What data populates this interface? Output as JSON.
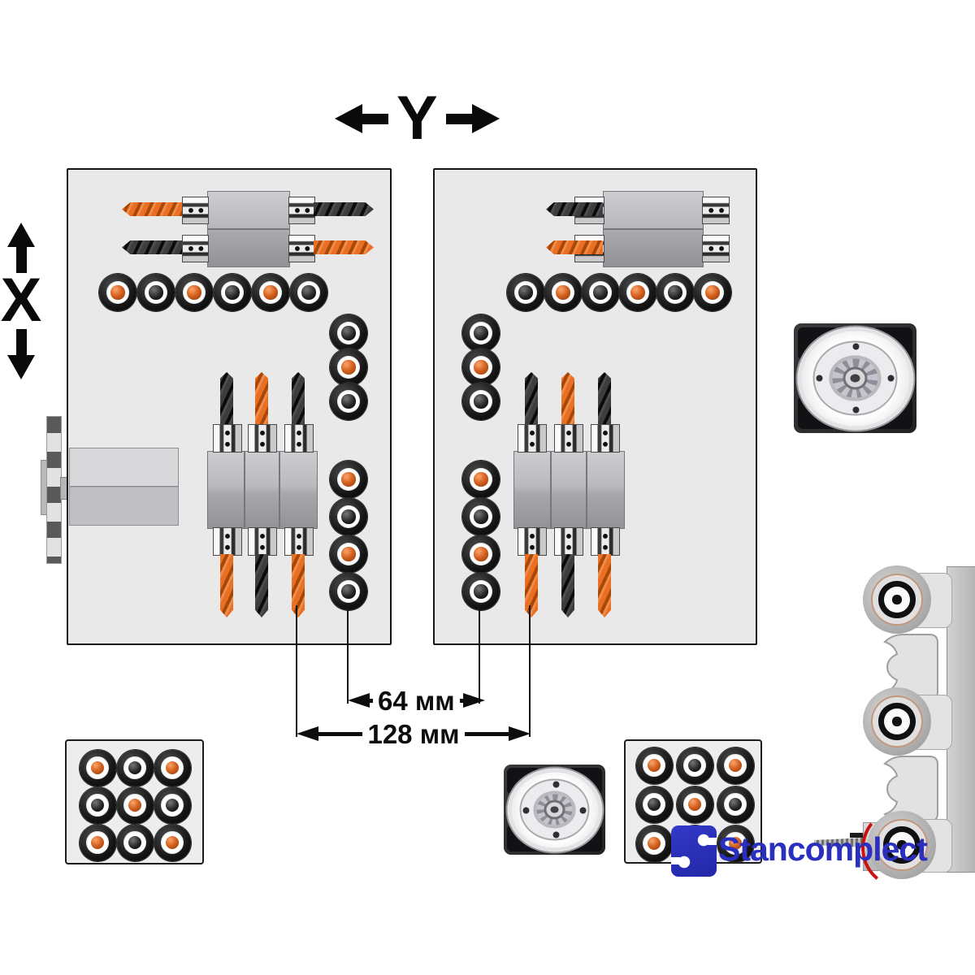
{
  "axis": {
    "horizontal_label": "Y",
    "vertical_label": "X"
  },
  "dimensions": {
    "between_rows": "64 мм",
    "between_drills": "128 мм"
  },
  "brand": {
    "name": "Stancomplect"
  },
  "colors": {
    "drill_orange": "#d3601f",
    "drill_black": "#1d1d1d",
    "brand_blue": "#2b2fc0",
    "accent_red": "#cc1111",
    "panel_bg": "#e9e9e9"
  },
  "panels": {
    "left": {
      "top_row": [
        "orange",
        "black",
        "orange",
        "black",
        "orange",
        "black"
      ],
      "side_column_upper": [
        "black",
        "orange",
        "black"
      ],
      "side_column_lower": [
        "orange",
        "black",
        "orange",
        "black"
      ],
      "horizontal_unit": {
        "top_left_drill": "orange",
        "top_right_drill": "black",
        "bottom_left_drill": "black",
        "bottom_right_drill": "orange"
      },
      "vertical_unit": {
        "top_drills": [
          "black",
          "orange",
          "black"
        ],
        "bottom_drills": [
          "orange",
          "black",
          "orange"
        ]
      }
    },
    "right": {
      "top_row": [
        "black",
        "orange",
        "black",
        "orange",
        "black",
        "orange"
      ],
      "side_column_upper": [
        "black",
        "orange",
        "black"
      ],
      "side_column_lower": [
        "orange",
        "black",
        "orange",
        "black"
      ],
      "horizontal_unit": {
        "top_left_drill": "black",
        "bottom_left_drill": "orange"
      },
      "vertical_unit": {
        "top_drills": [
          "black",
          "orange",
          "black"
        ],
        "bottom_drills": [
          "orange",
          "black",
          "orange"
        ]
      }
    }
  },
  "tool_blocks": {
    "bottom_left_grid": [
      [
        "orange",
        "black",
        "orange"
      ],
      [
        "black",
        "orange",
        "black"
      ],
      [
        "orange",
        "black",
        "orange"
      ]
    ],
    "bottom_right_grid": [
      [
        "orange",
        "black",
        "orange"
      ],
      [
        "black",
        "orange",
        "black"
      ],
      [
        "orange",
        "black",
        "orange"
      ]
    ]
  },
  "tool_rail": {
    "items": [
      "tool",
      "fork",
      "tool",
      "fork"
    ]
  }
}
